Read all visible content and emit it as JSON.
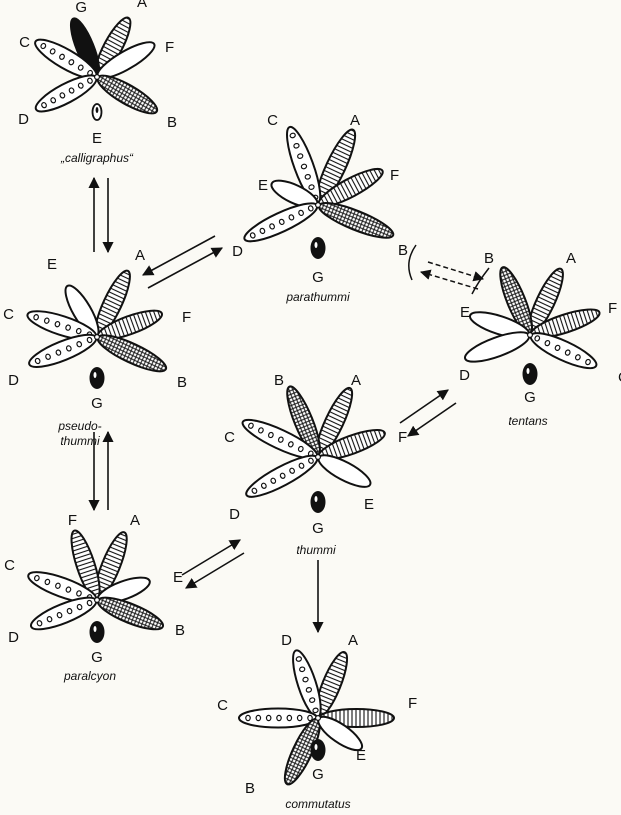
{
  "diagram": {
    "karyotypes": [
      {
        "id": "calligraphus",
        "name": "„calligraphus“"
      },
      {
        "id": "parathummi",
        "name": "parathummi"
      },
      {
        "id": "pseudothummi",
        "name_lines": [
          "pseudo-",
          "thummi"
        ]
      },
      {
        "id": "tentans",
        "name": "tentans"
      },
      {
        "id": "thummi",
        "name": "thummi"
      },
      {
        "id": "paralcyon",
        "name": "paralcyon"
      },
      {
        "id": "commutatus",
        "name": "commutatus"
      }
    ],
    "arm_labels": {
      "A": "A",
      "B": "B",
      "C": "C",
      "D": "D",
      "E": "E",
      "F": "F",
      "G": "G"
    },
    "colors": {
      "ink": "#111111",
      "paper": "#fbfaf5"
    },
    "relations": [
      {
        "from": "calligraphus",
        "to": "pseudothummi",
        "style": "solid",
        "direction": "both"
      },
      {
        "from": "pseudothummi",
        "to": "parathummi",
        "style": "solid",
        "direction": "both"
      },
      {
        "from": "parathummi",
        "to": "tentans",
        "style": "dashed",
        "direction": "both"
      },
      {
        "from": "pseudothummi",
        "to": "paralcyon",
        "style": "solid",
        "direction": "both"
      },
      {
        "from": "paralcyon",
        "to": "thummi",
        "style": "solid",
        "direction": "both"
      },
      {
        "from": "thummi",
        "to": "tentans",
        "style": "solid",
        "direction": "both"
      },
      {
        "from": "thummi",
        "to": "commutatus",
        "style": "solid",
        "direction": "one-way"
      }
    ]
  }
}
